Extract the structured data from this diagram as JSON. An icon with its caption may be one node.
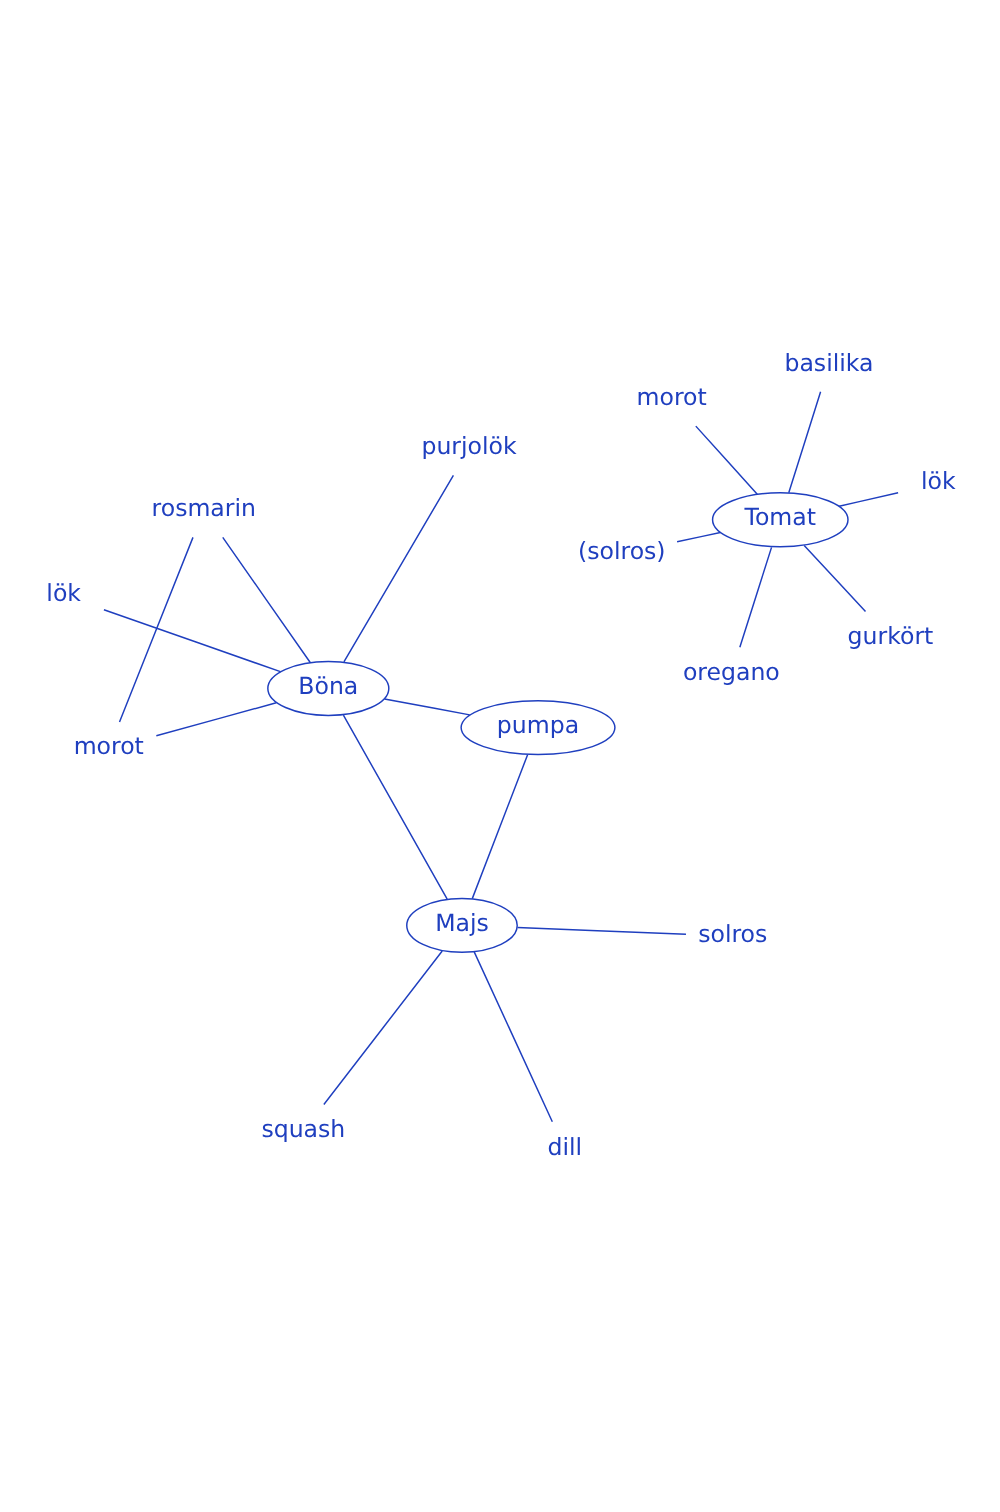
{
  "diagram": {
    "nodes": [
      {
        "text": [
          "morot"
        ]
      },
      {
        "text": [
          "rosmarin"
        ]
      },
      {
        "text": [
          "Böna"
        ]
      },
      {
        "text": [
          "purjolök"
        ]
      },
      {
        "text": [
          "pumpa"
        ]
      },
      {
        "text": [
          "lök"
        ]
      },
      {
        "text": [
          "Majs"
        ]
      },
      {
        "text": [
          "solros"
        ]
      },
      {
        "text": [
          "dill"
        ]
      },
      {
        "text": [
          "squash"
        ]
      },
      {
        "text": [
          "(solros)"
        ]
      },
      {
        "text": [
          "gurkört"
        ]
      },
      {
        "text": [
          "Tomat"
        ]
      },
      {
        "text": [
          "morot"
        ]
      },
      {
        "text": [
          "lök"
        ]
      },
      {
        "text": [
          "basilika"
        ]
      },
      {
        "text": [
          "oregano"
        ]
      }
    ],
    "edges": [
      {
        "from": 0,
        "to": 1,
        "arrow": "none"
      },
      {
        "from": 2,
        "to": 0,
        "arrow": "none"
      },
      {
        "from": 2,
        "to": 1,
        "arrow": "none"
      },
      {
        "from": 2,
        "to": 3,
        "arrow": "none"
      },
      {
        "from": 2,
        "to": 4,
        "arrow": "none"
      },
      {
        "from": 2,
        "to": 5,
        "arrow": "none"
      },
      {
        "from": 2,
        "to": 6,
        "arrow": "none"
      },
      {
        "from": 4,
        "to": 6,
        "arrow": "none"
      },
      {
        "from": 6,
        "to": 7,
        "arrow": "none"
      },
      {
        "from": 6,
        "to": 8,
        "arrow": "none"
      },
      {
        "from": 6,
        "to": 9,
        "arrow": "none"
      },
      {
        "from": 12,
        "to": 10,
        "arrow": "none"
      },
      {
        "from": 12,
        "to": 11,
        "arrow": "none"
      },
      {
        "from": 12,
        "to": 13,
        "arrow": "none"
      },
      {
        "from": 12,
        "to": 14,
        "arrow": "none"
      },
      {
        "from": 12,
        "to": 15,
        "arrow": "none"
      },
      {
        "from": 12,
        "to": 16,
        "arrow": "none"
      }
    ]
  }
}
